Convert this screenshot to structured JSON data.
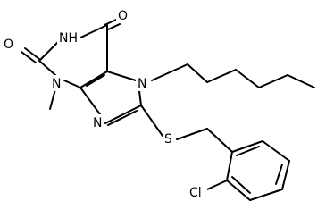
{
  "colors": {
    "bond": "#000000",
    "background": "#ffffff",
    "label": "#000000"
  },
  "molecule": {
    "atom_labels": {
      "nh": "NH",
      "o_top": "O",
      "o_left": "O",
      "n3": "N",
      "n7": "N",
      "n9": "N",
      "s": "S",
      "cl": "Cl"
    }
  }
}
